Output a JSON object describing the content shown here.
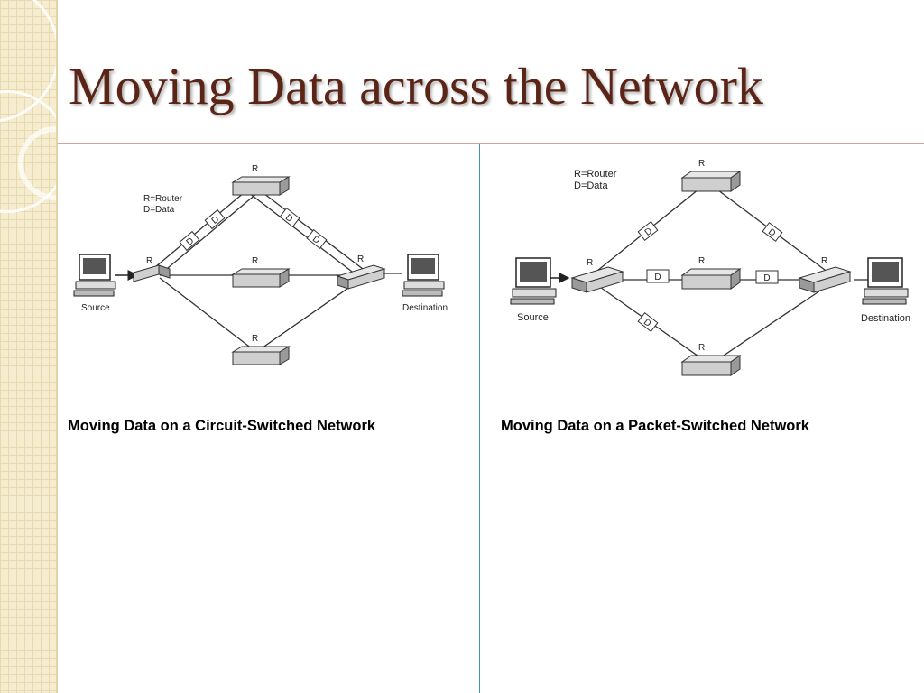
{
  "slide": {
    "title": "Moving Data across the Network"
  },
  "left": {
    "legend": [
      "R=Router",
      "D=Data"
    ],
    "router_label": "R",
    "data_label": "D",
    "source_label": "Source",
    "destination_label": "Destination",
    "caption": "Moving Data on a Circuit-Switched Network"
  },
  "right": {
    "legend": [
      "R=Router",
      "D=Data"
    ],
    "router_label": "R",
    "data_label": "D",
    "source_label": "Source",
    "destination_label": "Destination",
    "caption": "Moving Data on a Packet-Switched Network"
  },
  "colors": {
    "title": "#5a2417",
    "sidebar": "#f6ecd0",
    "divider": "#3e8fc4"
  }
}
